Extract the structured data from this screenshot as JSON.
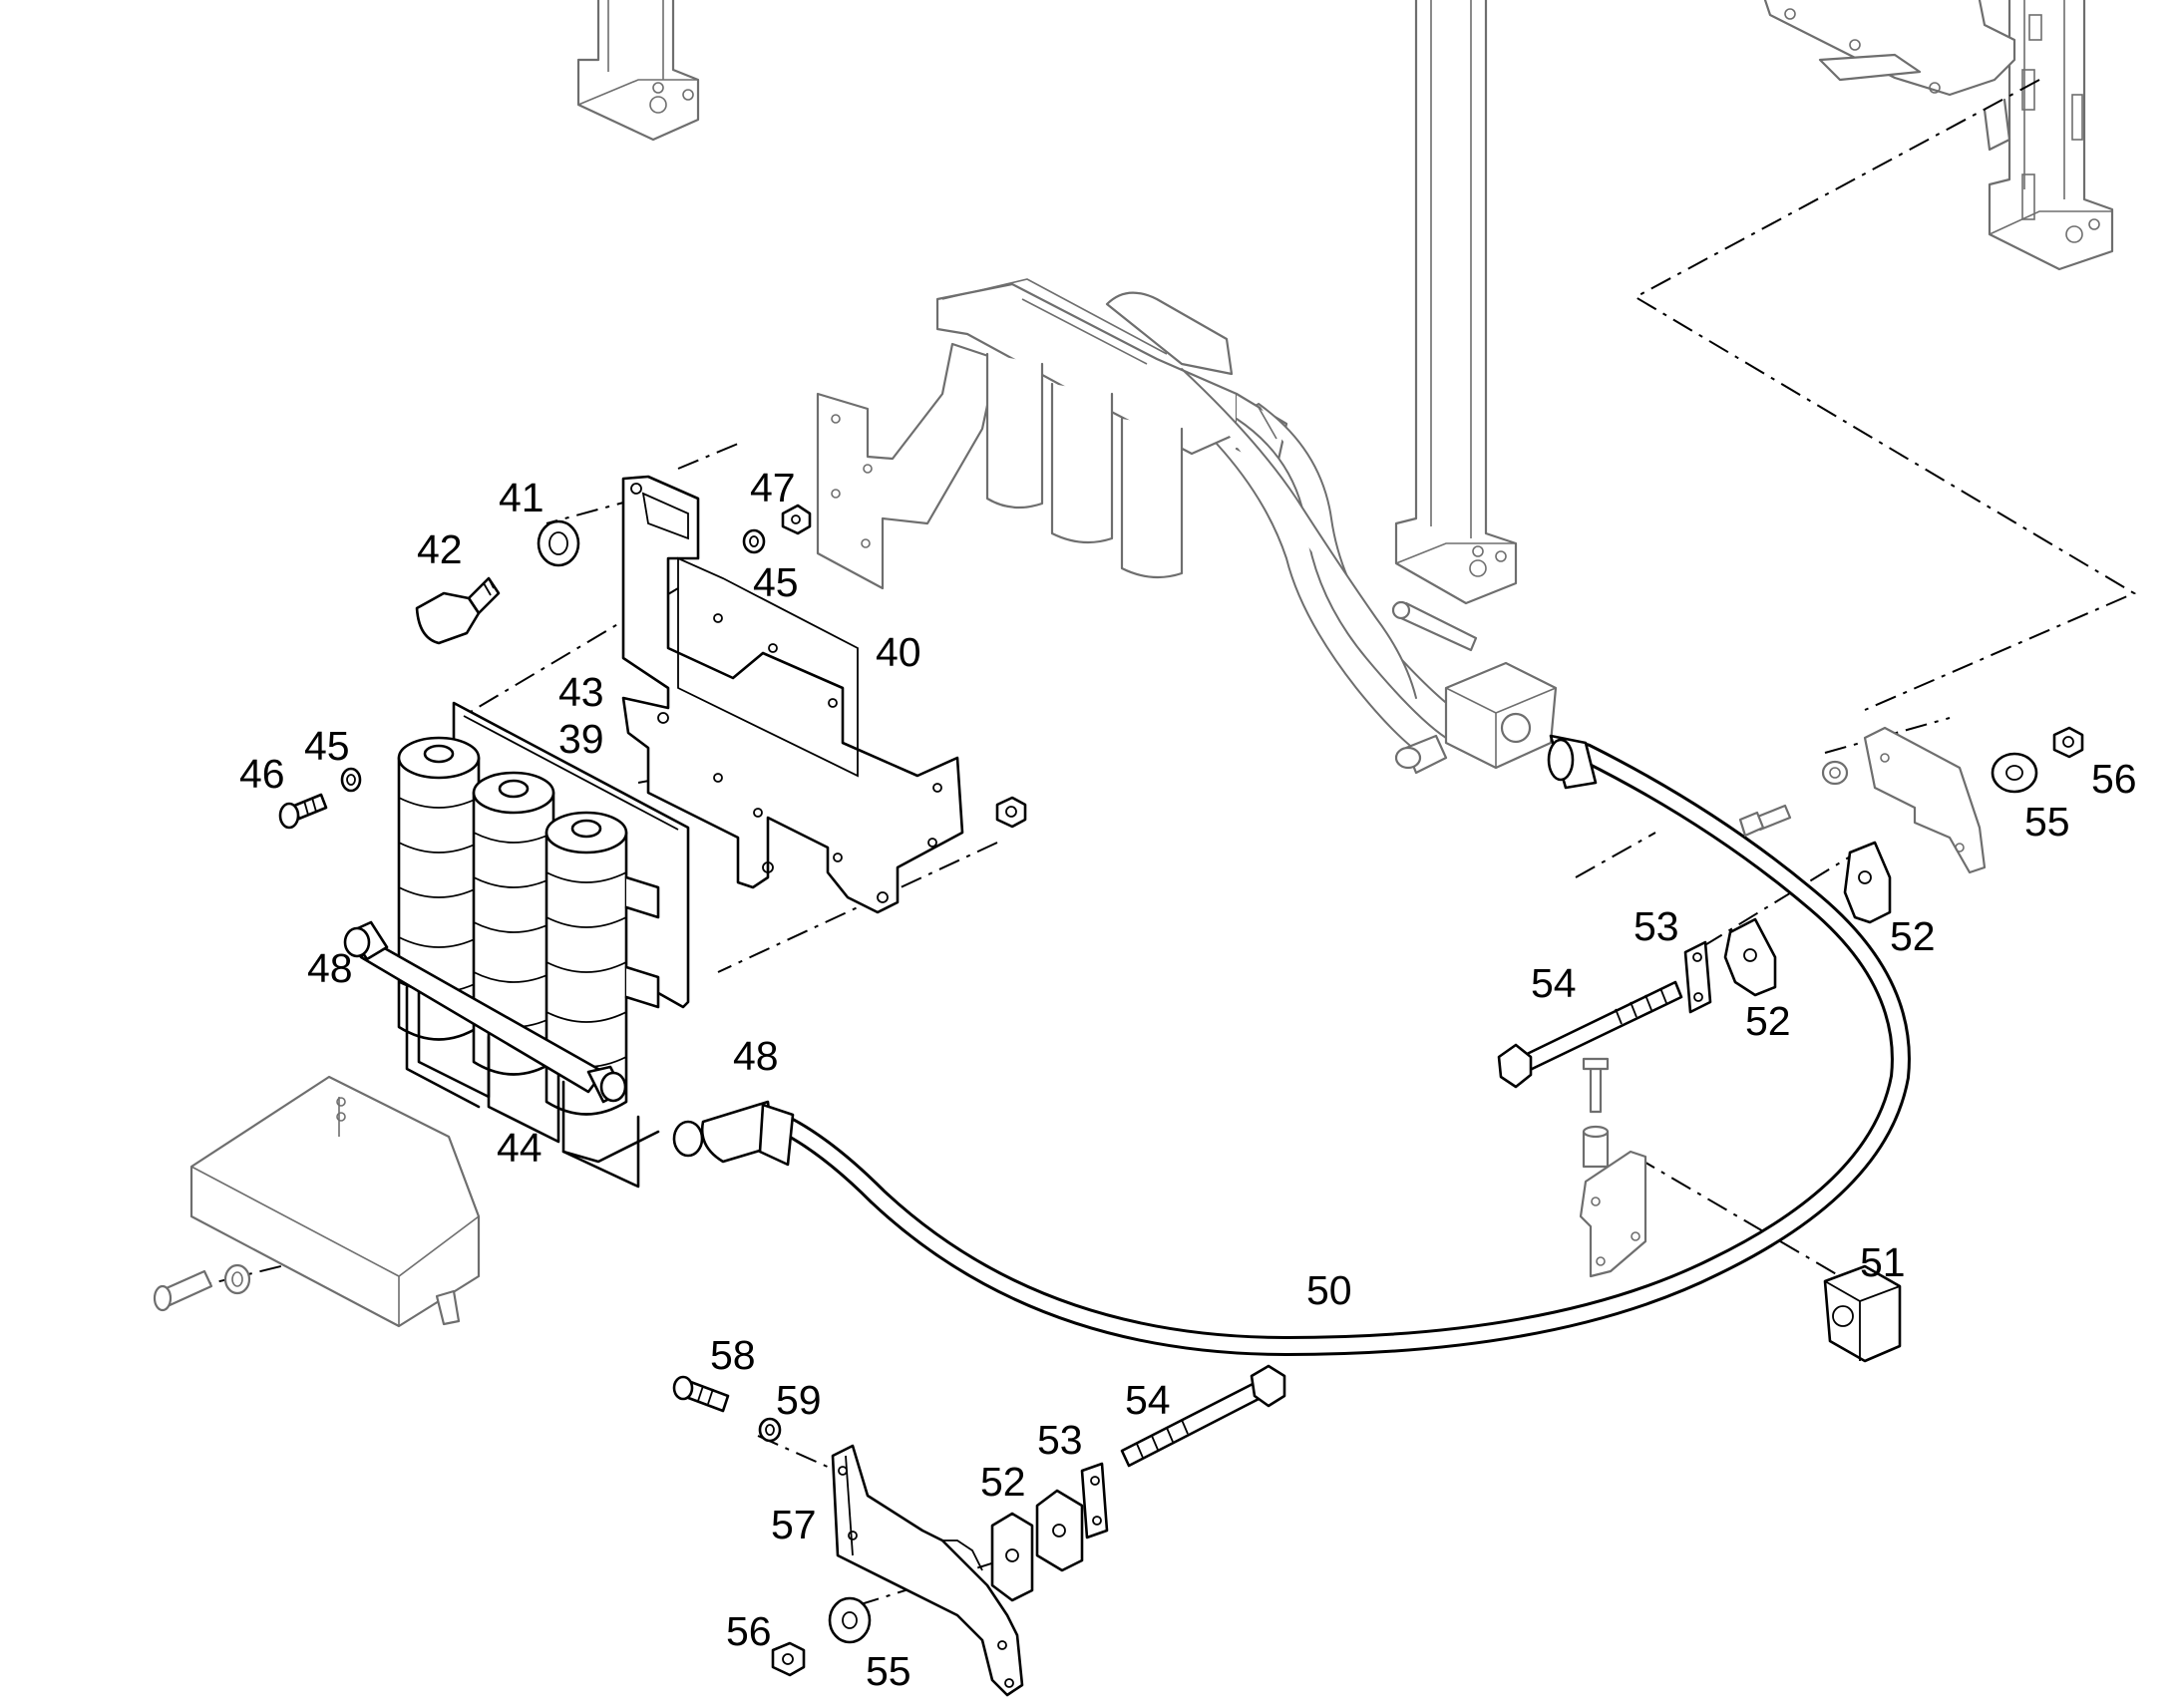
{
  "diagram": {
    "callouts": [
      "41",
      "42",
      "47",
      "45",
      "40",
      "43",
      "39",
      "45",
      "46",
      "48",
      "48",
      "44",
      "50",
      "51",
      "52",
      "52",
      "53",
      "54",
      "55",
      "56",
      "58",
      "59",
      "54",
      "53",
      "52",
      "57",
      "56",
      "55"
    ]
  }
}
